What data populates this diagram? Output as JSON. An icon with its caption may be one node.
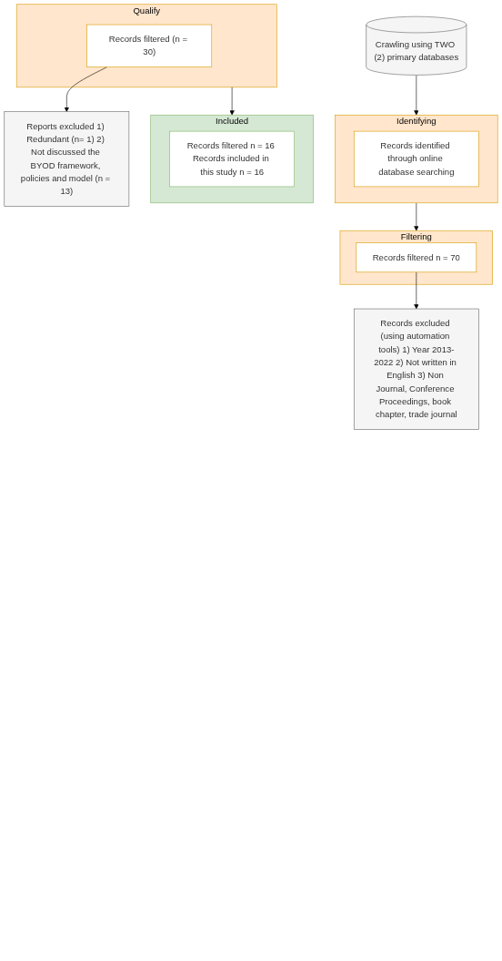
{
  "diagram": {
    "nodes": [
      {
        "text": [
          "Crawling using TWO (2) primary databases"
        ]
      },
      {
        "text": [
          "Identifying"
        ]
      },
      {
        "text": [
          "Records identified through online database searching"
        ],
        "in": 1
      },
      {
        "text": [
          "Filtering"
        ]
      },
      {
        "text": [
          "Records filtered n = 70"
        ],
        "in": 3
      },
      {
        "text": [
          "Records excluded (using automation tools) 1) Year 2013-2022 2) Not written in English 3) Non Journal, Conference Proceedings, book chapter, trade journal"
        ]
      },
      {
        "text": [
          "Qualify"
        ]
      },
      {
        "text": [
          "Records filtered (n = 30)"
        ],
        "in": 6
      },
      {
        "text": [
          "Reports excluded 1) Redundant (n= 1) 2) Not discussed the BYOD framework, policies and model (n = 13)"
        ]
      },
      {
        "text": [
          "Included"
        ]
      },
      {
        "text": [
          "Records filtered n = 16 Records included in this study n = 16"
        ],
        "in": 9
      }
    ],
    "edges": [
      {
        "from": 0,
        "to": 1,
        "arrow": "to"
      },
      {
        "from": 1,
        "to": 3,
        "arrow": "to"
      },
      {
        "from": 4,
        "to": 5,
        "arrow": "to"
      },
      {
        "from": 7,
        "to": 8,
        "arrow": "to"
      },
      {
        "from": 6,
        "to": 9,
        "arrow": "to"
      }
    ]
  }
}
